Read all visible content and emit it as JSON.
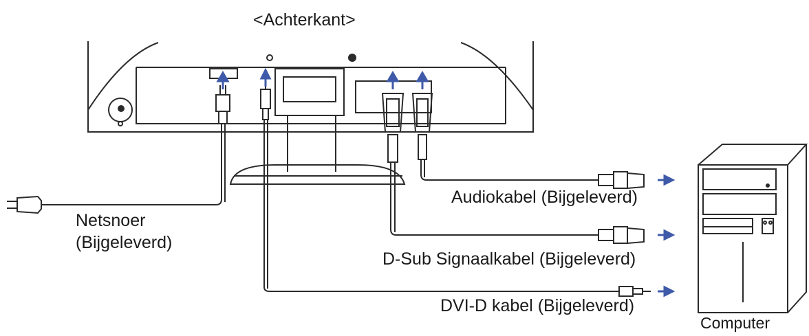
{
  "title": "<Achterkant>",
  "labels": {
    "power_cord_line1": "Netsnoer",
    "power_cord_line2": "(Bijgeleverd)",
    "audio_cable": "Audiokabel (Bijgeleverd)",
    "dsub_cable": "D-Sub Signaalkabel (Bijgeleverd)",
    "dvi_cable": "DVI-D kabel (Bijgeleverd)",
    "computer": "Computer"
  },
  "colors": {
    "line": "#2b2b2b",
    "arrow": "#3f5aa8",
    "background": "#ffffff"
  }
}
